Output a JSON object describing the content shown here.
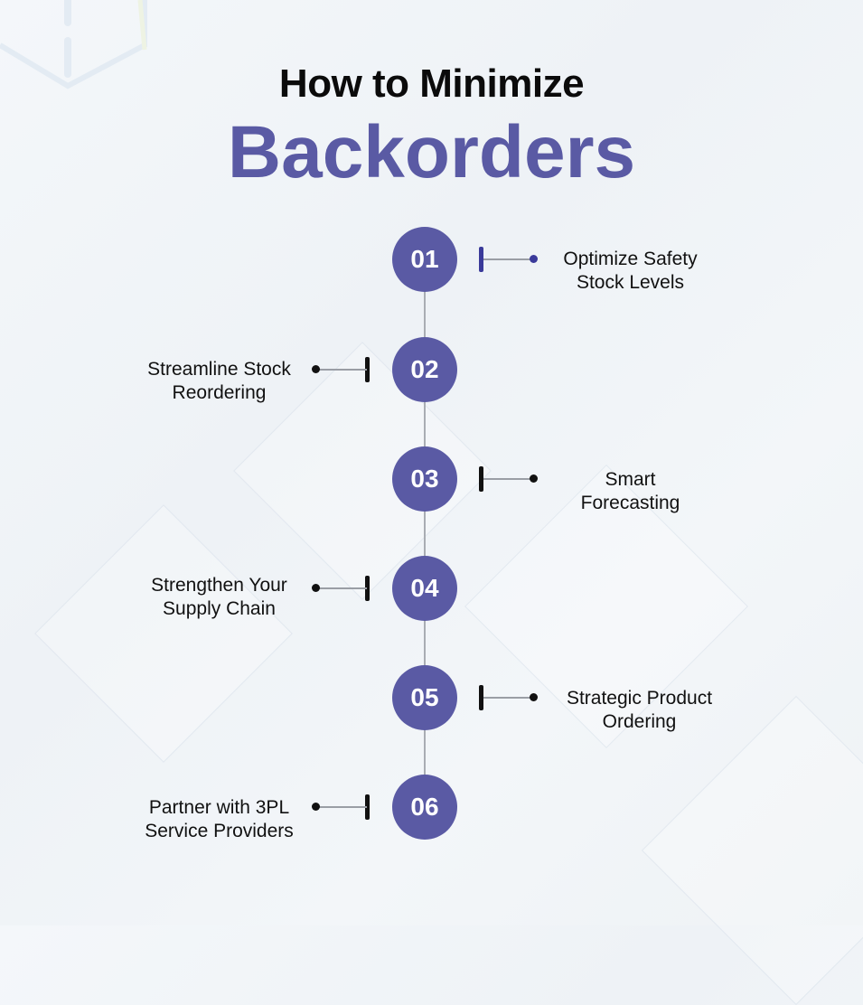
{
  "title": {
    "line1": "How to Minimize",
    "line2": "Backorders"
  },
  "colors": {
    "accent": "#5a5aa4",
    "title_dark": "#0b0b0b",
    "connector": "#9a9ea5"
  },
  "steps": [
    {
      "number": "01",
      "label_line1": "Optimize Safety",
      "label_line2": "Stock Levels",
      "side": "right"
    },
    {
      "number": "02",
      "label_line1": "Streamline Stock",
      "label_line2": "Reordering",
      "side": "left"
    },
    {
      "number": "03",
      "label_line1": "Smart",
      "label_line2": "Forecasting",
      "side": "right"
    },
    {
      "number": "04",
      "label_line1": "Strengthen Your",
      "label_line2": "Supply Chain",
      "side": "left"
    },
    {
      "number": "05",
      "label_line1": "Strategic Product",
      "label_line2": "Ordering",
      "side": "right"
    },
    {
      "number": "06",
      "label_line1": "Partner with 3PL",
      "label_line2": "Service Providers",
      "side": "left"
    }
  ]
}
